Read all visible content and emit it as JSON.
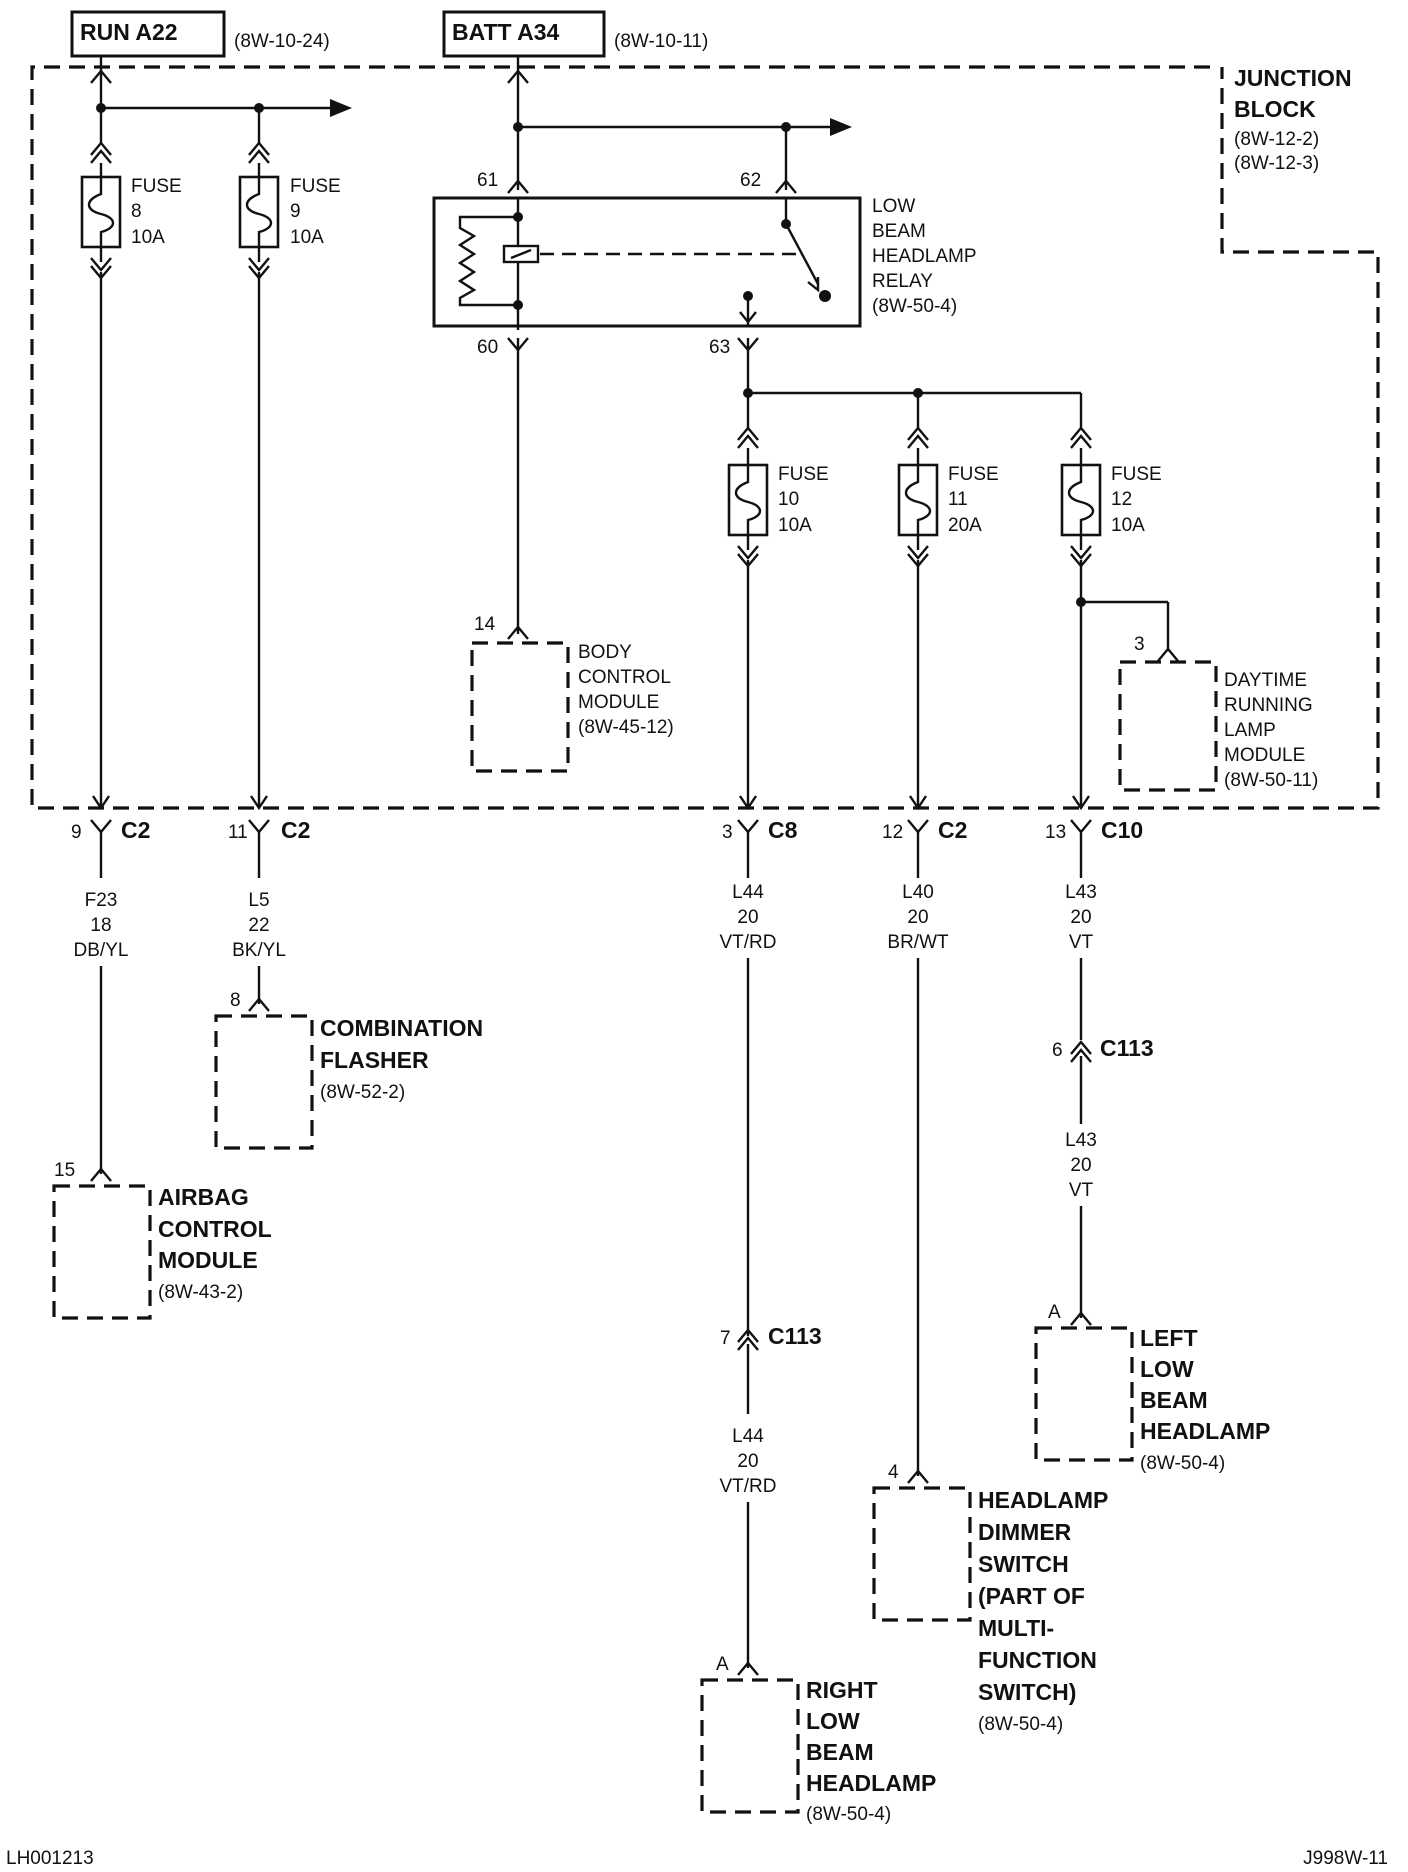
{
  "sources": {
    "run": {
      "label": "RUN A22",
      "ref": "(8W-10-24)"
    },
    "batt": {
      "label": "BATT A34",
      "ref": "(8W-10-11)"
    }
  },
  "junction_block": {
    "title_1": "JUNCTION",
    "title_2": "BLOCK",
    "ref_1": "(8W-12-2)",
    "ref_2": "(8W-12-3)"
  },
  "fuses": [
    {
      "word": "FUSE",
      "number": "8",
      "rating": "10A"
    },
    {
      "word": "FUSE",
      "number": "9",
      "rating": "10A"
    },
    {
      "word": "FUSE",
      "number": "10",
      "rating": "10A"
    },
    {
      "word": "FUSE",
      "number": "11",
      "rating": "20A"
    },
    {
      "word": "FUSE",
      "number": "12",
      "rating": "10A"
    }
  ],
  "relay": {
    "lines": [
      "LOW",
      "BEAM",
      "HEADLAMP",
      "RELAY",
      "(8W-50-4)"
    ],
    "pins": {
      "p61": "61",
      "p62": "62",
      "p60": "60",
      "p63": "63"
    }
  },
  "bcm": {
    "pin": "14",
    "lines": [
      "BODY",
      "CONTROL",
      "MODULE",
      "(8W-45-12)"
    ]
  },
  "drl": {
    "pin": "3",
    "lines": [
      "DAYTIME",
      "RUNNING",
      "LAMP",
      "MODULE",
      "(8W-50-11)"
    ]
  },
  "connectors": [
    {
      "pin": "9",
      "name": "C2"
    },
    {
      "pin": "11",
      "name": "C2"
    },
    {
      "pin": "3",
      "name": "C8"
    },
    {
      "pin": "12",
      "name": "C2"
    },
    {
      "pin": "13",
      "name": "C10"
    }
  ],
  "wires": [
    {
      "circuit": "F23",
      "gauge": "18",
      "color": "DB/YL"
    },
    {
      "circuit": "L5",
      "gauge": "22",
      "color": "BK/YL"
    },
    {
      "circuit": "L44",
      "gauge": "20",
      "color": "VT/RD"
    },
    {
      "circuit": "L40",
      "gauge": "20",
      "color": "BR/WT"
    },
    {
      "circuit": "L43",
      "gauge": "20",
      "color": "VT"
    },
    {
      "circuit": "L43",
      "gauge": "20",
      "color": "VT"
    },
    {
      "circuit": "L44",
      "gauge": "20",
      "color": "VT/RD"
    }
  ],
  "inline_connectors": [
    {
      "pin": "6",
      "name": "C113"
    },
    {
      "pin": "7",
      "name": "C113"
    }
  ],
  "components": {
    "flasher": {
      "pin": "8",
      "title": [
        "COMBINATION",
        "FLASHER"
      ],
      "ref": "(8W-52-2)"
    },
    "airbag": {
      "pin": "15",
      "title": [
        "AIRBAG",
        "CONTROL",
        "MODULE"
      ],
      "ref": "(8W-43-2)"
    },
    "left_lamp": {
      "pin": "A",
      "title": [
        "LEFT",
        "LOW",
        "BEAM",
        "HEADLAMP"
      ],
      "ref": "(8W-50-4)"
    },
    "dimmer": {
      "pin": "4",
      "title": [
        "HEADLAMP",
        "DIMMER",
        "SWITCH",
        "(PART OF",
        "MULTI-",
        "FUNCTION",
        "SWITCH)"
      ],
      "ref": "(8W-50-4)"
    },
    "right_lamp": {
      "pin": "A",
      "title": [
        "RIGHT",
        "LOW",
        "BEAM",
        "HEADLAMP"
      ],
      "ref": "(8W-50-4)"
    }
  },
  "footer": {
    "left": "LH001213",
    "right": "J998W-11"
  }
}
